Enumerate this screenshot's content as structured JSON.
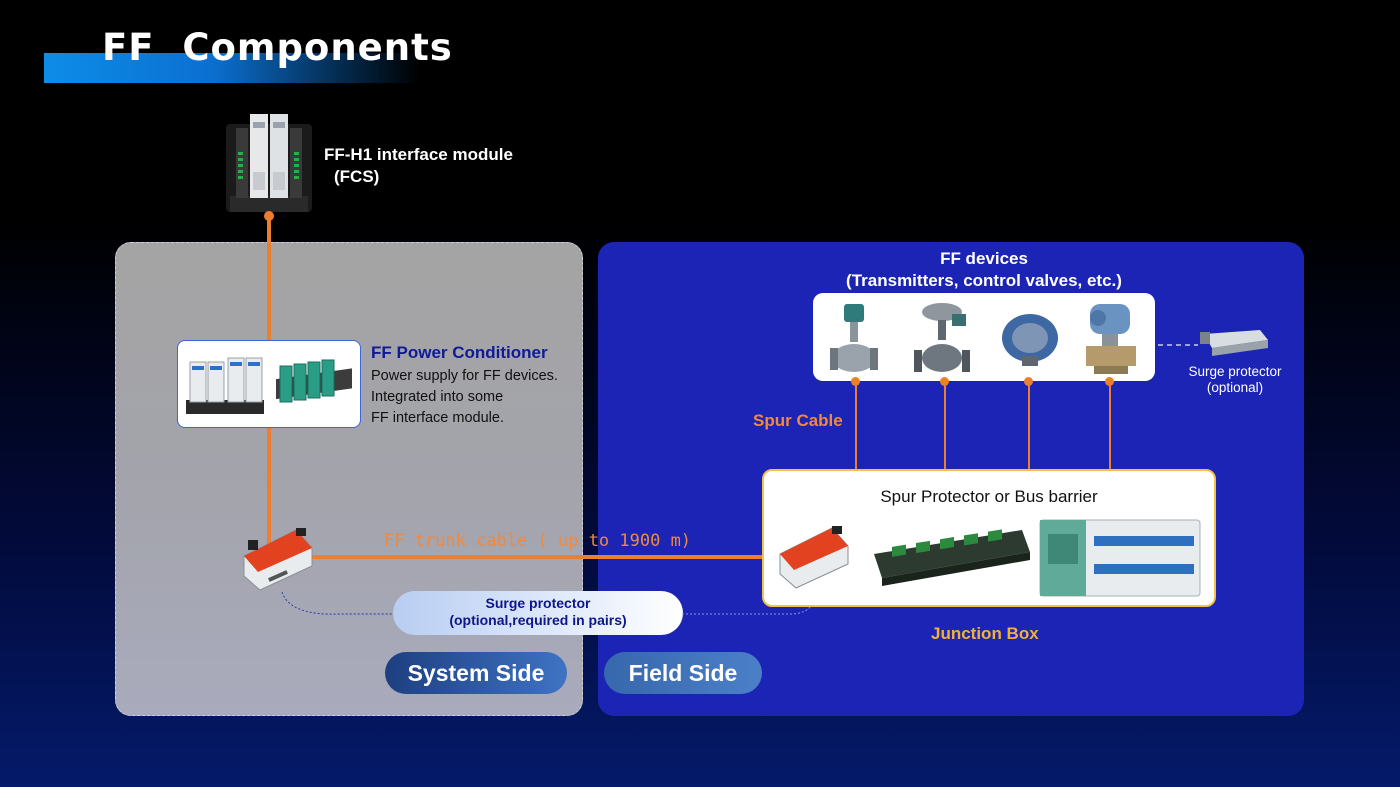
{
  "title": "FF  Components",
  "fcs": {
    "label_line1": "FF-H1 interface module",
    "label_line2": "(FCS)"
  },
  "power_conditioner": {
    "title": "FF Power Conditioner",
    "description": "Power supply for FF devices.\nIntegrated into some\nFF interface module."
  },
  "ff_devices": {
    "title_line1": "FF devices",
    "title_line2": "(Transmitters, control valves, etc.)"
  },
  "surge_protector_field": {
    "line1": "Surge protector",
    "line2": "(optional)"
  },
  "spur_cable": "Spur Cable",
  "junction_box": {
    "inner_title": "Spur Protector or Bus barrier",
    "label": "Junction Box"
  },
  "trunk_cable": "FF trunk cable ( up to 1900 m)",
  "surge_protector_trunk": {
    "line1": "Surge protector",
    "line2": "(optional,required in pairs)"
  },
  "sides": {
    "system": "System Side",
    "field": "Field Side"
  },
  "colors": {
    "cable": "#ec7f2f",
    "field_panel": "#1b24b4",
    "system_panel": "#a4a4a4",
    "title_accent": "#0d8de8",
    "junction_border": "#f1c248"
  },
  "icons": [
    "fcs-module-icon",
    "power-conditioner-icon",
    "surge-protector-icon",
    "flowmeter-icon",
    "control-valve-icon",
    "temperature-transmitter-icon",
    "pressure-transmitter-icon",
    "spur-protector-icon",
    "bus-barrier-icon"
  ]
}
